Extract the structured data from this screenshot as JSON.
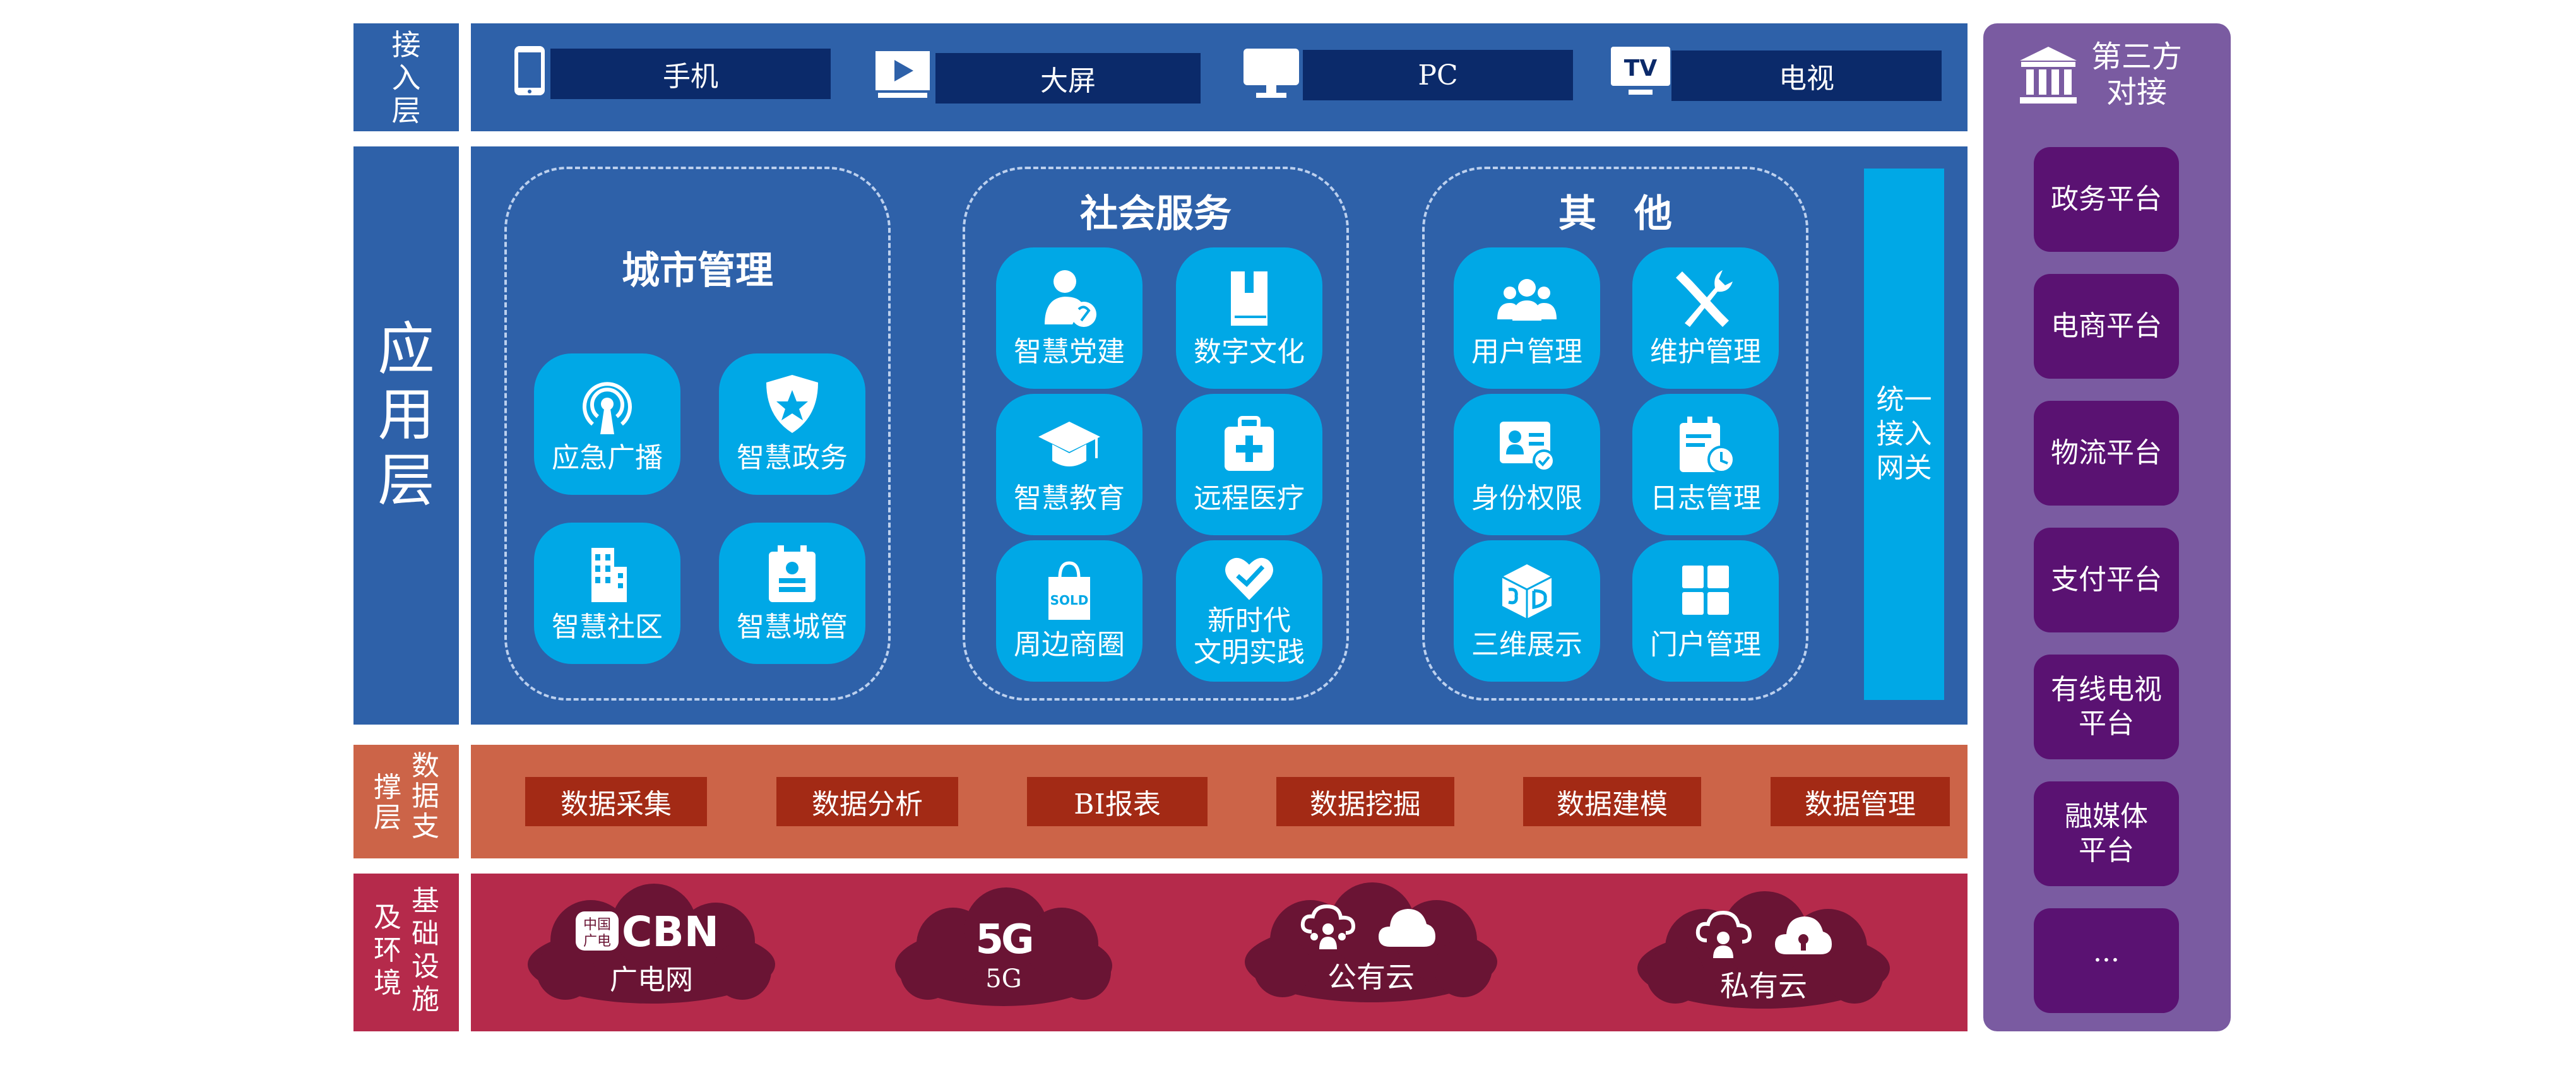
{
  "layers": {
    "access": "接入层",
    "app": "应用层",
    "data": "数据支撑层",
    "infra": "基础设施及环境"
  },
  "devices": [
    "手机",
    "大屏",
    "PC",
    "电视"
  ],
  "device_icons": [
    "phone-icon",
    "big-screen-icon",
    "pc-monitor-icon",
    "tv-icon"
  ],
  "tv_icon_text": "TV",
  "groups": [
    {
      "title": "城市管理",
      "tiles": [
        "应急广播",
        "智慧政务",
        "智慧社区",
        "智慧城管"
      ]
    },
    {
      "title": "社会服务",
      "tiles": [
        "智慧党建",
        "数字文化",
        "智慧教育",
        "远程医疗",
        "周边商圈",
        "新时代\n文明实践"
      ]
    },
    {
      "title": "其　他",
      "tiles": [
        "用户管理",
        "维护管理",
        "身份权限",
        "日志管理",
        "三维展示",
        "门户管理"
      ]
    }
  ],
  "sold_icon_text": "SOLD",
  "gateway": "统一\n接入\n网关",
  "data_items": [
    "数据采集",
    "数据分析",
    "BI报表",
    "数据挖掘",
    "数据建模",
    "数据管理"
  ],
  "infra": {
    "cbn_badge": "中国\n广电",
    "cbn_logo": "CBN",
    "cbn": "广电网",
    "logo_5g": "5G",
    "net_5g": "5G",
    "public_cloud": "公有云",
    "private_cloud": "私有云"
  },
  "third_party": {
    "title": "第三方\n对接",
    "platforms": [
      "政务平台",
      "电商平台",
      "物流平台",
      "支付平台",
      "有线电视\n平台",
      "融媒体\n平台",
      "···"
    ]
  },
  "colors": {
    "layer_blue": "#2e61a9",
    "tile_cyan": "#00a8e6",
    "device_navy": "#0b2a6a",
    "data_orange": "#cc6448",
    "data_box": "#a32a15",
    "infra_red": "#b52a4b",
    "cloud_dark": "#6a1434",
    "panel_purple": "#7a5ba1",
    "platform_purple": "#5a1272"
  }
}
